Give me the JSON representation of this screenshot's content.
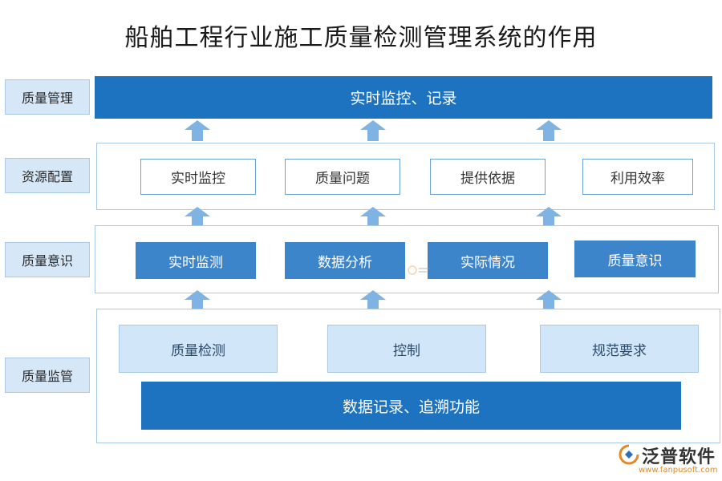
{
  "title": "船舶工程行业施工质量检测管理系统的作用",
  "layers": {
    "quality_management": {
      "side_label": "质量管理",
      "bar": "实时监控、记录"
    },
    "resource_allocation": {
      "side_label": "资源配置",
      "boxes": [
        "实时监控",
        "质量问题",
        "提供依据",
        "利用效率"
      ]
    },
    "quality_awareness": {
      "side_label": "质量意识",
      "boxes": [
        "实时监测",
        "数据分析",
        "实际情况",
        "质量意识"
      ]
    },
    "quality_supervision": {
      "side_label": "质量监管",
      "boxes": [
        "质量检测",
        "控制",
        "规范要求"
      ],
      "bar": "数据记录、追溯功能"
    }
  },
  "logo": {
    "name": "泛普软件",
    "url": "www.fanpusoft.com",
    "icon": "fanpu-logo-icon"
  },
  "colors": {
    "dark_blue": "#1e73c1",
    "mid_blue": "#3d85cb",
    "light_blue": "#d2e6f9",
    "arrow_blue": "#7fb3e3",
    "logo_orange": "#e08a2a"
  }
}
